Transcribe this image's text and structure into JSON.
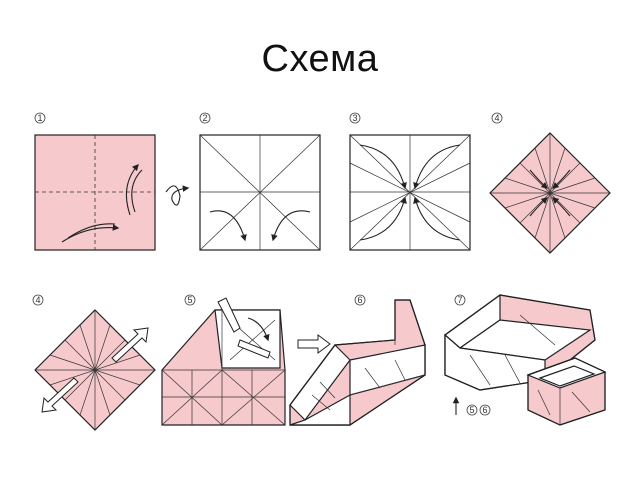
{
  "title": "Схема",
  "steps": [
    {
      "label": "1"
    },
    {
      "label": "2"
    },
    {
      "label": "3"
    },
    {
      "label": "4"
    },
    {
      "label": "4"
    },
    {
      "label": "5"
    },
    {
      "label": "6"
    },
    {
      "label": "7"
    }
  ],
  "step7_refs": [
    "5",
    "6"
  ],
  "colors": {
    "paper": "#f6c9cc",
    "line": "#222222"
  }
}
